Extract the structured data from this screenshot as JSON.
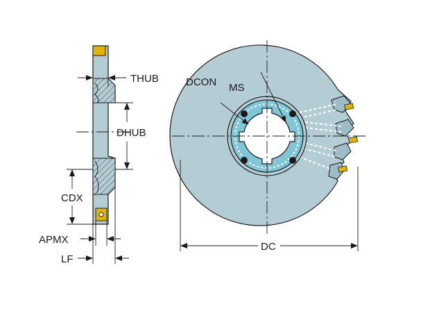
{
  "colors": {
    "body": "#b4ccd4",
    "body_dark": "#8fb0bb",
    "hub_ring": "#7fc7d6",
    "insert": "#e0b400",
    "outline": "#1a1a1a",
    "hatch": "#3a3a3a"
  },
  "labels": {
    "thub": "THUB",
    "dhub": "DHUB",
    "cdx": "CDX",
    "apmx": "APMX",
    "lf": "LF",
    "dcon": "DCON",
    "dcon_sub": "MS",
    "dc": "DC"
  }
}
